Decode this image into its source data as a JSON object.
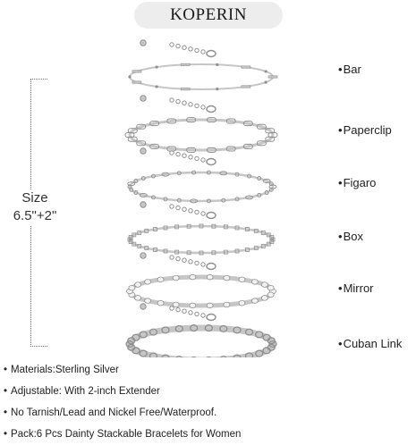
{
  "brand": "KOPERIN",
  "size": {
    "label": "Size",
    "value": "6.5\"+2\""
  },
  "styles": [
    {
      "label": "Bar"
    },
    {
      "label": "Paperclip"
    },
    {
      "label": "Figaro"
    },
    {
      "label": "Box"
    },
    {
      "label": "Mirror"
    },
    {
      "label": "Cuban Link"
    }
  ],
  "specs": [
    "Materials:Sterling Silver",
    "Adjustable: With 2-inch Extender",
    "No Tarnish/Lead and Nickel Free/Waterproof.",
    "Pack:6 Pcs Dainty Stackable Bracelets for Women"
  ],
  "bullet": "•",
  "colors": {
    "silver": "#c6c6c6",
    "silver_dark": "#8f8f8f",
    "banner": "#ededed"
  },
  "icons": [
    "bracelet-bar-icon",
    "bracelet-paperclip-icon",
    "bracelet-figaro-icon",
    "bracelet-box-icon",
    "bracelet-mirror-icon",
    "bracelet-cuban-link-icon"
  ]
}
